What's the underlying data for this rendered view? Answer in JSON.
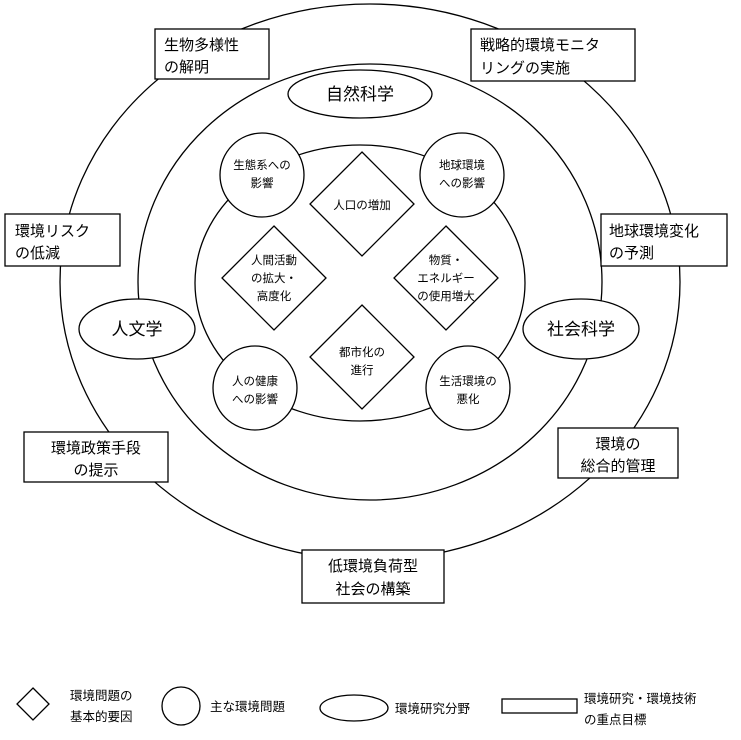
{
  "diagram": {
    "fields": {
      "natural_science": "自然科学",
      "humanities": "人文学",
      "social_science": "社会科学"
    },
    "basic_factors": {
      "population": [
        "人口の増加"
      ],
      "human_activity": [
        "人間活動",
        "の拡大・",
        "高度化"
      ],
      "material_energy": [
        "物質・",
        "エネルギー",
        "の使用増大"
      ],
      "urbanization": [
        "都市化の",
        "進行"
      ]
    },
    "main_issues": {
      "ecosystem": [
        "生態系への",
        "影響"
      ],
      "global_env": [
        "地球環境",
        "への影響"
      ],
      "health": [
        "人の健康",
        "への影響"
      ],
      "living_env": [
        "生活環境の",
        "悪化"
      ]
    },
    "priority_goals": {
      "biodiversity": [
        "生物多様性",
        "の解明"
      ],
      "monitoring": [
        "戦略的環境モニタ",
        "リングの実施"
      ],
      "risk": [
        "環境リスク",
        "の低減"
      ],
      "prediction": [
        "地球環境変化",
        "の予測"
      ],
      "policy": [
        "環境政策手段",
        "の提示"
      ],
      "management": [
        "環境の",
        "総合的管理"
      ],
      "society": [
        "低環境負荷型",
        "社会の構築"
      ]
    }
  },
  "legend": {
    "diamond": [
      "環境問題の",
      "基本的要因"
    ],
    "circle": "主な環境問題",
    "ellipse": "環境研究分野",
    "rect": [
      "環境研究・環境技術",
      "の重点目標"
    ]
  }
}
